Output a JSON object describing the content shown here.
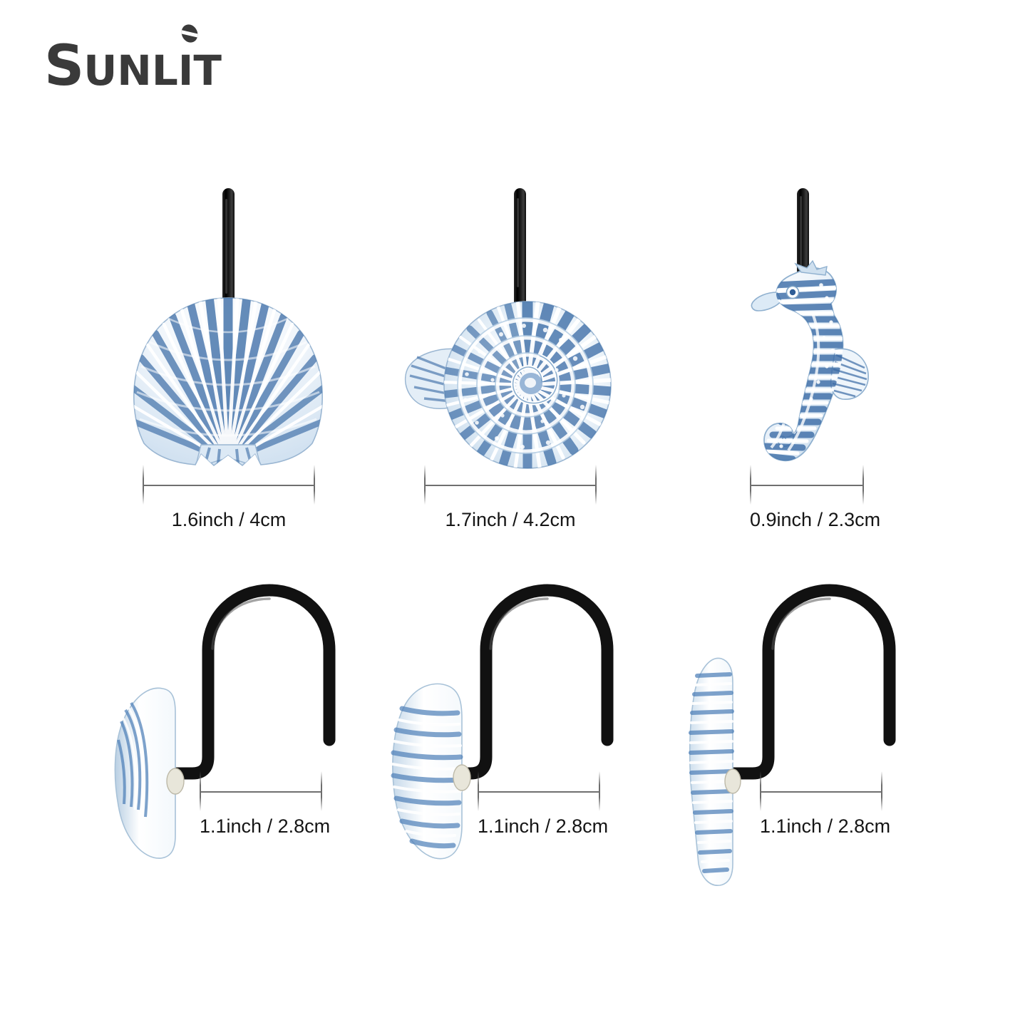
{
  "brand": {
    "name": "Sunlit",
    "initial": "S",
    "rest": "UNLIT",
    "color": "#3a3a3a"
  },
  "palette": {
    "blue_dark": "#2f5d96",
    "blue_mid": "#4d7fb8",
    "blue_light": "#8fb4d8",
    "white": "#ffffff",
    "hook_black": "#111111",
    "dimension_gray": "#6f6f6f",
    "background": "#ffffff"
  },
  "product": {
    "type": "decorative-shower-curtain-hooks",
    "finish": "blue and white distressed resin",
    "hook_color": "black"
  },
  "rows": [
    {
      "view": "front",
      "items": [
        {
          "id": "scallop-shell",
          "icon": "scallop-shell-icon",
          "dimension": "1.6inch / 4cm",
          "inch": "1.6",
          "cm": "4"
        },
        {
          "id": "nautilus-shell",
          "icon": "nautilus-shell-icon",
          "dimension": "1.7inch / 4.2cm",
          "inch": "1.7",
          "cm": "4.2"
        },
        {
          "id": "seahorse",
          "icon": "seahorse-icon",
          "dimension": "0.9inch / 2.3cm",
          "inch": "0.9",
          "cm": "2.3"
        }
      ]
    },
    {
      "view": "side",
      "items": [
        {
          "id": "scallop-shell-side",
          "icon": "scallop-shell-side-icon",
          "dimension": "1.1inch / 2.8cm",
          "inch": "1.1",
          "cm": "2.8"
        },
        {
          "id": "nautilus-shell-side",
          "icon": "nautilus-shell-side-icon",
          "dimension": "1.1inch / 2.8cm",
          "inch": "1.1",
          "cm": "2.8"
        },
        {
          "id": "seahorse-side",
          "icon": "seahorse-side-icon",
          "dimension": "1.1inch / 2.8cm",
          "inch": "1.1",
          "cm": "2.8"
        }
      ]
    }
  ]
}
